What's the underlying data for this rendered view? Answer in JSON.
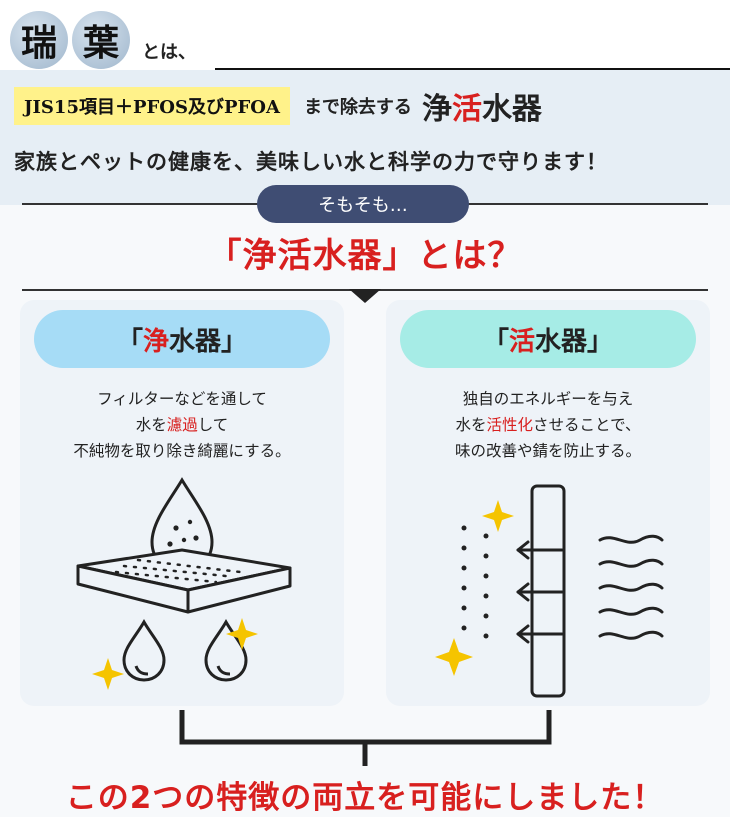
{
  "header": {
    "brand_char1": "瑞",
    "brand_char2": "葉",
    "brand_suffix": "とは、",
    "jis_badge": "JIS15項目＋PFOS及びPFOA",
    "removal_text": "まで除去する",
    "product_name_a": "浄",
    "product_name_b": "活",
    "product_name_c": "水器",
    "tagline": "家族とペットの健康を、美味しい水と科学の力で守ります！"
  },
  "intro": {
    "pill_label": "そもそも…",
    "question": "「浄活水器」とは？"
  },
  "cards": [
    {
      "title_open": "「",
      "title_accent": "浄",
      "title_rest": "水器」",
      "line1": "フィルターなどを通して",
      "line2_pre": "水を",
      "line2_red": "濾過",
      "line2_post": "して",
      "line3": "不純物を取り除き綺麗にする。"
    },
    {
      "title_open": "「",
      "title_accent": "活",
      "title_rest": "水器」",
      "line1": "独自のエネルギーを与え",
      "line2_pre": "水を",
      "line2_red": "活性化",
      "line2_post": "させることで、",
      "line3": "味の改善や錆を防止する。"
    }
  ],
  "conclusion": "この2つの特徴の両立を可能にしました！",
  "colors": {
    "accent_red": "#d8201f",
    "pill_navy": "#3f4d73",
    "badge_yellow": "#fff28a",
    "left_pill": "#a6dcf6",
    "right_pill": "#a6ece6"
  },
  "icons": [
    "water-drop-icon",
    "filter-block-icon",
    "sparkle-icon",
    "arrow-left-icon",
    "wave-icon",
    "panel-icon"
  ]
}
